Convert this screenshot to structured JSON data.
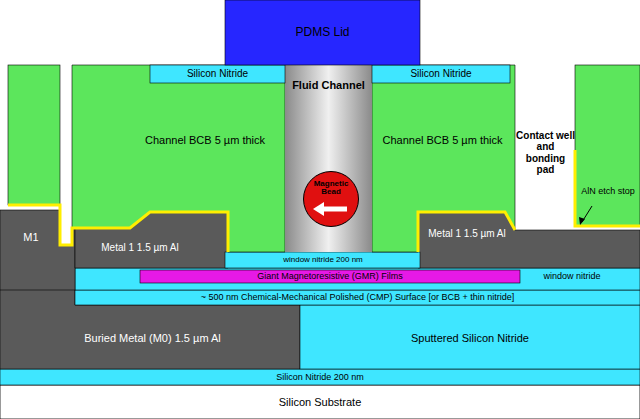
{
  "diagram": {
    "nodes": [
      {
        "text": [
          "PDMS Lid"
        ]
      },
      {
        "text": [
          "Silicon Nitride"
        ]
      },
      {
        "text": [
          "Fluid Channel"
        ]
      },
      {
        "text": [
          "Magnetic Bead"
        ],
        "in": 2
      },
      {
        "text": [
          "Silicon Nitride"
        ]
      },
      {
        "text": [
          "Channel BCB 5 µm thick"
        ]
      },
      {
        "text": [
          "Channel BCB 5 µm thick"
        ]
      },
      {
        "text": [
          "M1"
        ]
      },
      {
        "text": [
          "Metal 1 1.5 µm Al"
        ]
      },
      {
        "text": [
          "Metal 1 1.5 µm Al"
        ]
      },
      {
        "text": [
          "window nitride 200 nm"
        ]
      },
      {
        "text": [
          "Giant Magnetoresistive (GMR) Films"
        ]
      },
      {
        "text": [
          "~ 500 nm Chemical-Mechanical Polished (CMP) Surface [or BCB + thin nitride]"
        ]
      },
      {
        "text": [
          "Buried Metal (M0) 1.5 µm Al"
        ]
      },
      {
        "text": [
          "Sputtered Silicon Nitride"
        ]
      },
      {
        "text": [
          "Silicon Nitride 200 nm"
        ]
      },
      {
        "text": [
          "Silicon Substrate"
        ]
      }
    ],
    "labels": [
      "Contact well and bonding pad",
      "AlN etch stop",
      "window nitride"
    ]
  }
}
